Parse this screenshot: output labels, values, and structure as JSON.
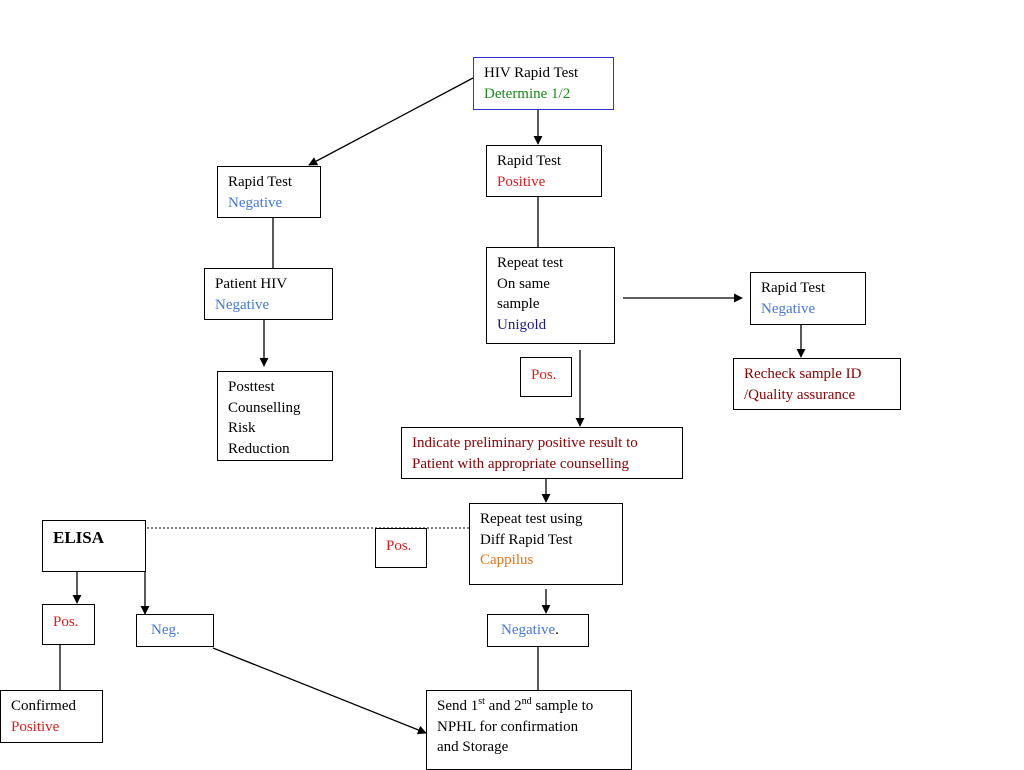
{
  "colors": {
    "black": "#000000",
    "green": "#1a8a1a",
    "red": "#e21b1b",
    "dark_red": "#8b0000",
    "blue": "#4477dd",
    "navy": "#1a1a99",
    "orange": "#e8731a",
    "box_blue_border": "#3333cc"
  },
  "nodes": {
    "hiv_rapid_test": {
      "line1": "HIV Rapid Test",
      "line2": "Determine 1/2"
    },
    "rapid_test_negative": {
      "line1": "Rapid Test",
      "line2": "Negative"
    },
    "rapid_test_positive": {
      "line1": "Rapid Test",
      "line2": "Positive"
    },
    "patient_hiv_negative": {
      "line1": "Patient HIV",
      "line2": "Negative"
    },
    "repeat_test_unigold": {
      "line1": "Repeat test",
      "line2": "On same",
      "line3": "sample",
      "line4": "Unigold"
    },
    "rapid_test_negative_right": {
      "line1": "Rapid Test",
      "line2": "Negative"
    },
    "posttest_counselling": {
      "line1": "Posttest",
      "line2": "Counselling",
      "line3": "Risk",
      "line4": "Reduction"
    },
    "pos_label_1": {
      "text": "Pos."
    },
    "recheck_sample": {
      "line1": "Recheck sample ID",
      "line2": "/Quality assurance"
    },
    "indicate_preliminary": {
      "line1": "Indicate preliminary positive result to",
      "line2": "Patient with appropriate counselling"
    },
    "elisa": {
      "text": "ELISA"
    },
    "pos_label_2": {
      "text": "Pos."
    },
    "repeat_test_cappilus": {
      "line1": "Repeat test using",
      "line2": "Diff Rapid Test",
      "line3": "Cappilus"
    },
    "elisa_pos": {
      "text": "Pos."
    },
    "elisa_neg": {
      "text": "Neg."
    },
    "negative_cappilus": {
      "text": "Negative",
      "dot": "."
    },
    "confirmed_positive": {
      "line1": "Confirmed",
      "line2": "Positive"
    },
    "send_samples": {
      "part1": "Send 1",
      "sup1": "st",
      "part2": " and 2",
      "sup2": "nd",
      "part3": " sample to",
      "line2": "NPHL for confirmation",
      "line3": "and Storage"
    }
  }
}
